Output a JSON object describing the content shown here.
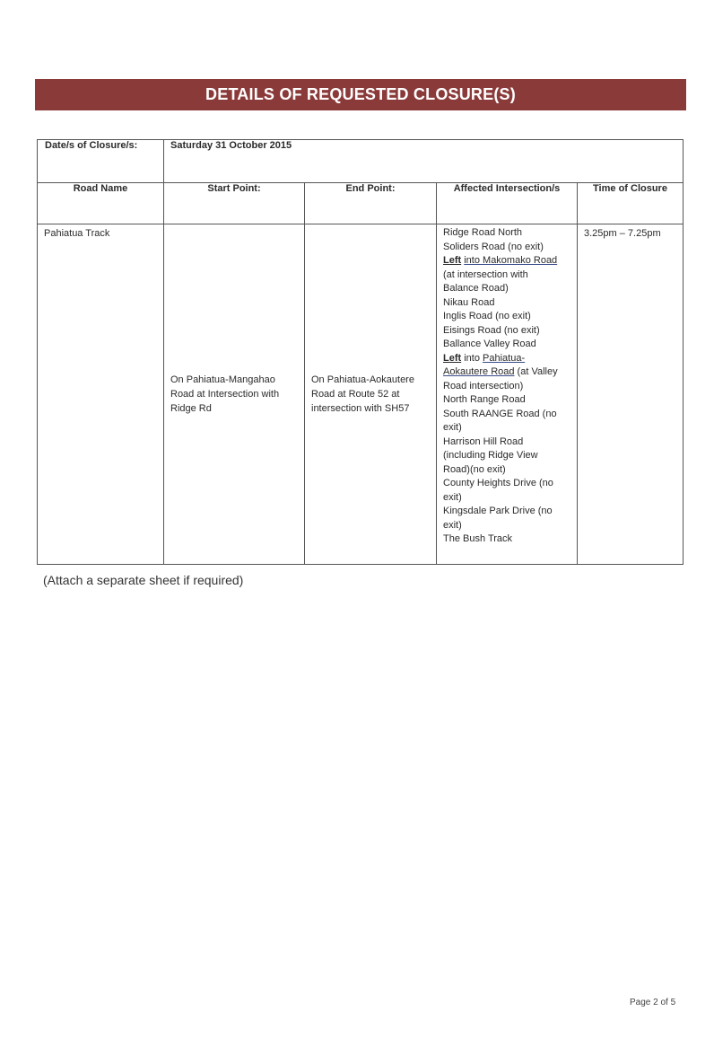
{
  "banner": {
    "title": "DETAILS OF REQUESTED CLOSURE(S)"
  },
  "table": {
    "date_label": "Date/s of Closure/s:",
    "date_value": "Saturday 31 October 2015",
    "headers": [
      "Road Name",
      "Start Point:",
      "End Point:",
      "Affected Intersection/s",
      "Time of Closure"
    ],
    "row": {
      "road_name": "Pahiatua Track",
      "start_lines": [
        "On Pahiatua-Mangahao",
        "Road at Intersection with",
        "Ridge Rd"
      ],
      "end_lines": [
        "On Pahiatua-Aokautere",
        "Road at Route 52 at",
        "intersection with SH57"
      ],
      "time": "3.25pm – 7.25pm",
      "affected": {
        "l1": "Ridge Road North",
        "l2": "Soliders Road (no exit)",
        "l3_a": "Left",
        "l3_b": " ",
        "l3_c": "into Makomako Road",
        "l4": "(at intersection with",
        "l5": "Balance Road)",
        "l6": "Nikau Road",
        "l7": "Inglis Road (no exit)",
        "l8": "Eisings Road (no exit)",
        "l9": "Ballance Valley Road",
        "l10_a": "Left",
        "l10_b": " into ",
        "l10_c": "Pahiatua-",
        "l11_a": "Aokautere Road",
        "l11_b": " (at Valley",
        "l12": "Road intersection)",
        "l13": "North Range Road",
        "l14": "South RAANGE Road (no",
        "l15": "exit)",
        "l16": "Harrison Hill Road",
        "l17": "(including Ridge View",
        "l18": "Road)(no exit)",
        "l19": "County Heights Drive (no",
        "l20": "exit)",
        "l21": "Kingsdale Park Drive (no",
        "l22": "exit)",
        "l23": "The Bush Track"
      }
    }
  },
  "note": "(Attach a separate sheet if required)",
  "footer": {
    "page": "Page 2 of 5"
  },
  "colors": {
    "banner": "#8b3a3a"
  }
}
